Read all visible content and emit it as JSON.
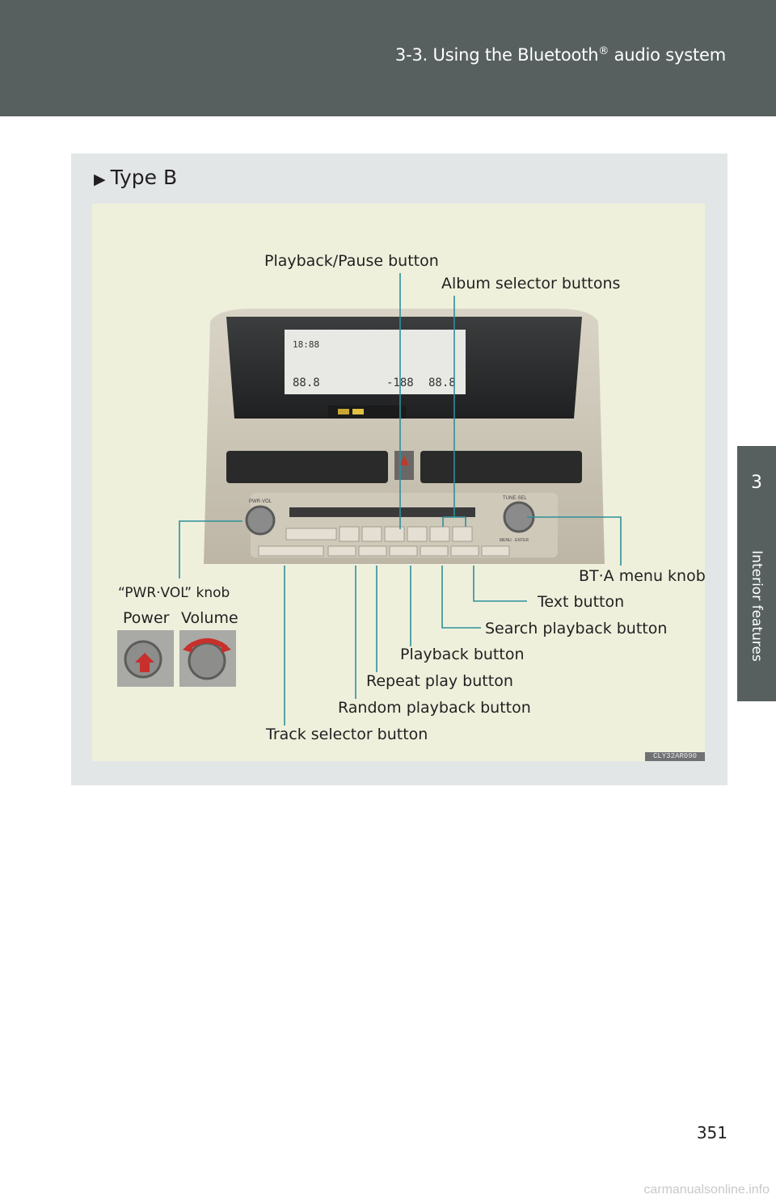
{
  "header": {
    "title_prefix": "3-3. Using the Bluetooth",
    "title_mark": "®",
    "title_suffix": " audio system"
  },
  "side_tab": {
    "number": "3",
    "label": "Interior features"
  },
  "section": {
    "heading": "Type B"
  },
  "figure": {
    "labels": {
      "playback_pause": "Playback/Pause button",
      "album_selector": "Album selector buttons",
      "bta_menu_knob": "BT·A menu knob",
      "pwr_vol_knob": "“PWR·VOL” knob",
      "power": "Power",
      "volume": "Volume",
      "text_button": "Text button",
      "search_playback": "Search playback button",
      "playback": "Playback button",
      "repeat_play": "Repeat play button",
      "random_playback": "Random playback button",
      "track_selector": "Track selector button"
    },
    "code": "CLY32AR090",
    "display_readouts": {
      "clock": "18:88",
      "temp_left": "88.8",
      "temp_right": "88.8",
      "outside": "-188"
    },
    "panel_labels": {
      "pwr_vol": "PWR·VOL",
      "tune_sel": "TUNE·SEL",
      "menu_enter": "MENU · ENTER"
    }
  },
  "footer": {
    "page_number": "351",
    "watermark": "carmanualsonline.info"
  },
  "colors": {
    "header": "#57605f",
    "panel": "#e3e6e6",
    "figure": "#eef0dc",
    "lines": "#2f8f9a"
  }
}
